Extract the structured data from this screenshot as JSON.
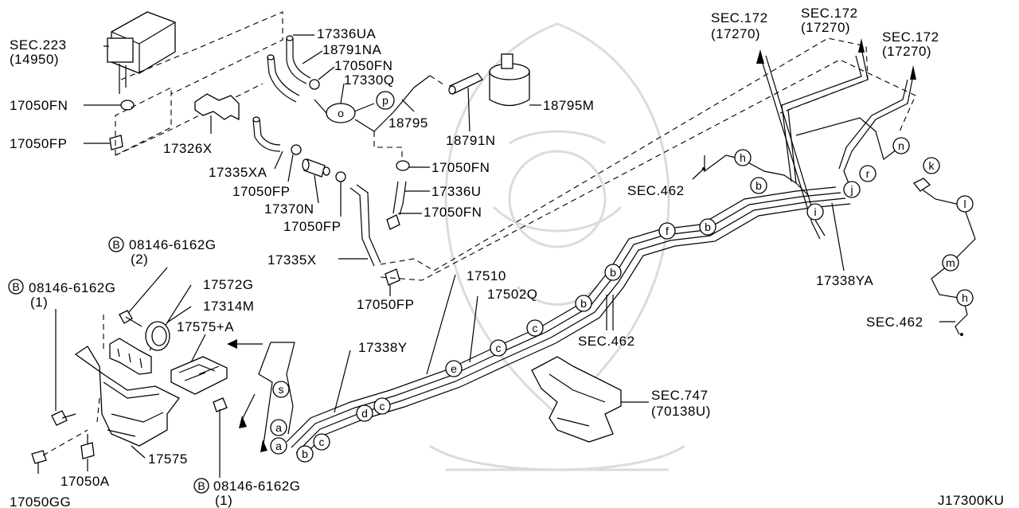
{
  "diagram": {
    "code": "J17300KU",
    "labels": {
      "sec223": "SEC.223",
      "p14950": "(14950)",
      "p17050FN_a": "17050FN",
      "p17050FP_a": "17050FP",
      "p17326X": "17326X",
      "p17336UA": "17336UA",
      "p18791NA": "18791NA",
      "p17050FN_b": "17050FN",
      "p17330Q": "17330Q",
      "p18795": "18795",
      "p18791N": "18791N",
      "p18795M": "18795M",
      "p17335XA": "17335XA",
      "p17050FP_b": "17050FP",
      "p17370N": "17370N",
      "p17050FP_c": "17050FP",
      "p17050FN_c": "17050FN",
      "p17336U": "17336U",
      "p17050FN_d": "17050FN",
      "p17335X": "17335X",
      "p17050FP_d": "17050FP",
      "bolt_a": "08146-6162G",
      "bolt_a_qty": "(2)",
      "bolt_b": "08146-6162G",
      "bolt_b_qty": "(1)",
      "bolt_c": "08146-6162G",
      "bolt_c_qty": "(1)",
      "b_mark": "B",
      "p17572G": "17572G",
      "p17314M": "17314M",
      "p17575A": "17575+A",
      "p17575": "17575",
      "p17050A": "17050A",
      "p17050GG": "17050GG",
      "p17510": "17510",
      "p17502Q": "17502Q",
      "p17338Y": "17338Y",
      "sec462_a": "SEC.462",
      "sec462_b": "SEC.462",
      "sec462_c": "SEC.462",
      "sec747": "SEC.747",
      "p70138U": "(70138U)",
      "sec172_a": "SEC.172",
      "p17270_a": "(17270)",
      "sec172_b": "SEC.172",
      "p17270_b": "(17270)",
      "sec172_c": "SEC.172",
      "p17270_c": "(17270)",
      "p17338YA": "17338YA"
    },
    "clips": [
      "a",
      "a",
      "b",
      "c",
      "c",
      "d",
      "e",
      "c",
      "c",
      "b",
      "b",
      "f",
      "b",
      "b",
      "h",
      "i",
      "j",
      "r",
      "n",
      "k",
      "l",
      "m",
      "h",
      "s",
      "o",
      "p"
    ]
  }
}
